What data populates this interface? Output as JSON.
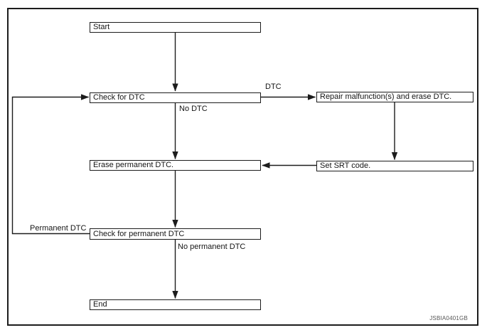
{
  "flowchart": {
    "title_hint": "DTC / permanent DTC erase procedure flowchart",
    "nodes": {
      "start": "Start",
      "check_dtc": "Check for DTC",
      "repair": "Repair malfunction(s) and erase DTC.",
      "erase_permanent": "Erase permanent DTC.",
      "set_srt": "Set SRT code.",
      "check_permanent": "Check for permanent DTC",
      "end": "End"
    },
    "edge_labels": {
      "dtc": "DTC",
      "no_dtc": "No DTC",
      "permanent_dtc": "Permanent DTC",
      "no_permanent_dtc": "No permanent DTC"
    },
    "edges": [
      {
        "from": "start",
        "to": "check_dtc",
        "label": ""
      },
      {
        "from": "check_dtc",
        "to": "repair",
        "label": "DTC"
      },
      {
        "from": "check_dtc",
        "to": "erase_permanent",
        "label": "No DTC"
      },
      {
        "from": "repair",
        "to": "set_srt",
        "label": ""
      },
      {
        "from": "set_srt",
        "to": "erase_permanent",
        "label": ""
      },
      {
        "from": "erase_permanent",
        "to": "check_permanent",
        "label": ""
      },
      {
        "from": "check_permanent",
        "to": "check_dtc",
        "label": "Permanent DTC"
      },
      {
        "from": "check_permanent",
        "to": "end",
        "label": "No permanent DTC"
      }
    ],
    "figure_code": "JSBIA0401GB",
    "colors": {
      "line": "#1c1c1c",
      "background": "#ffffff",
      "watermark_text": "#555555"
    }
  }
}
